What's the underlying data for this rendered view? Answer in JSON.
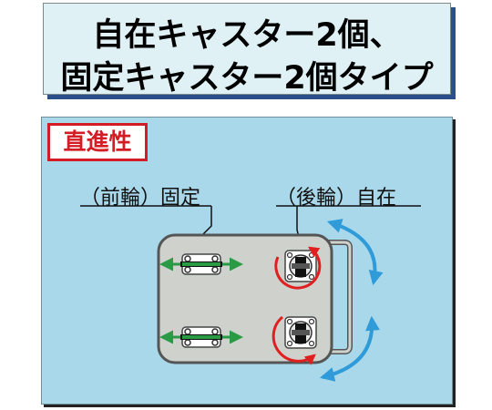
{
  "header": {
    "line1": "自在キャスター2個、",
    "line2": "固定キャスター2個タイプ"
  },
  "badge": {
    "label": "直進性"
  },
  "labels": {
    "front": "（前輪）固定",
    "rear": "（後輪）自在"
  },
  "colors": {
    "title_bg": "#dff1f5",
    "diagram_bg": "#a8d8ea",
    "badge_red": "#d31c24",
    "fixed_arrow_green": "#2a9a44",
    "swivel_arrow_blue": "#2f9bd8",
    "rotation_arrow_red": "#e02020",
    "cart_fill": "#cfd2cc"
  },
  "icons": {
    "fixed_caster": "fixed-caster-icon",
    "swivel_caster": "swivel-caster-icon",
    "straight_arrow": "double-headed-arrow-icon",
    "rotation_arrow": "curved-rotation-arrow-icon",
    "swing_arrow": "curved-double-arrow-icon"
  }
}
